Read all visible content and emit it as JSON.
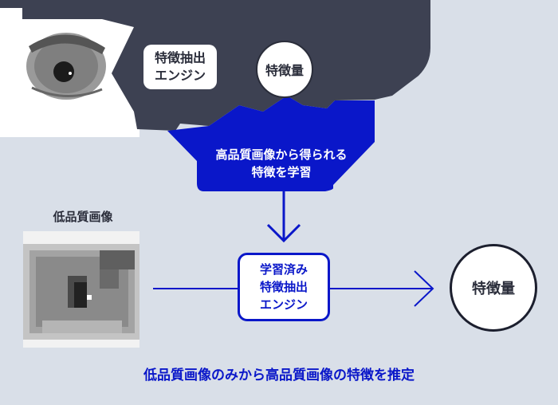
{
  "colors": {
    "background": "#d9dfe8",
    "dark_overlay": "#3d4152",
    "accent_blue": "#0a17c9",
    "text_dark": "#2a2d3a",
    "white": "#ffffff"
  },
  "top_section": {
    "engine_label_line1": "特徴抽出",
    "engine_label_line2": "エンジン",
    "feature_label": "特徴量",
    "high_quality_image": "eye-photo"
  },
  "learning_banner": {
    "line1": "高品質画像から得られる",
    "line2": "特徴を学習"
  },
  "low_quality": {
    "title": "低品質画像",
    "image": "pixelated-eye"
  },
  "trained_engine": {
    "line1": "学習済み",
    "line2": "特徴抽出",
    "line3": "エンジン"
  },
  "output": {
    "feature_label": "特徴量"
  },
  "caption": "低品質画像のみから高品質画像の特徴を推定"
}
